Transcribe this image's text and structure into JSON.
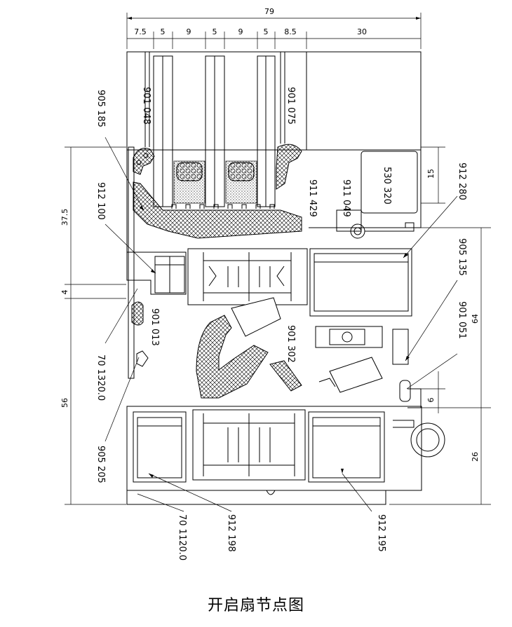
{
  "caption": "开启扇节点图",
  "top_dimensions": {
    "overall": "79",
    "segments": [
      "7.5",
      "5",
      "9",
      "5",
      "9",
      "5",
      "8.5",
      "30"
    ]
  },
  "left_dimensions": [
    "37.5",
    "4",
    "56"
  ],
  "right_dimensions": [
    "15",
    "64",
    "6",
    "26"
  ],
  "part_numbers": {
    "p905185": "905 185",
    "p901048": "901 048",
    "p901075": "901 075",
    "p912100": "912 100",
    "p911429": "911 429",
    "p911049": "911 049",
    "p530320": "530 320",
    "p912280": "912 280",
    "p905135": "905 135",
    "p901013": "901 013",
    "p901302": "901 302",
    "p901051": "901 051",
    "p701320": "70 1320.0",
    "p905205": "905 205",
    "p701120": "70 1120.0",
    "p912198": "912 198",
    "p912195": "912 195"
  }
}
